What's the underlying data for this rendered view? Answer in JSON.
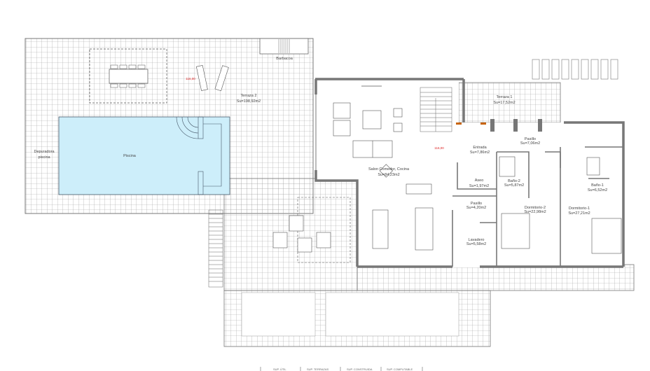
{
  "colors": {
    "pool": "#cdeefa",
    "wall": "#777777",
    "grid": "#9a9a9a",
    "door_threshold": "#c8640a",
    "level_mark": "#dd2222"
  },
  "exterior": {
    "barbacoa": "Barbacoa",
    "terraza2": {
      "name": "Terraza 2",
      "area": "Su=198,92m2"
    },
    "depuradora": {
      "line1": "Depuradora",
      "line2": "piscina"
    },
    "piscina": "Piscina",
    "level_1": "116,00",
    "terraza1": {
      "name": "Terraza 1",
      "area": "Su=17,52m2"
    }
  },
  "rooms": [
    {
      "name": "Salon Comedor, Cocina",
      "area": "Su=84,23m2"
    },
    {
      "name": "Entrada",
      "area": "Su=7,86m2"
    },
    {
      "name": "Pasillo",
      "area": "Su=7,06m2"
    },
    {
      "name": "Aseo",
      "area": "Su=1,97m2"
    },
    {
      "name": "Baño-2",
      "area": "Su=5,87m2"
    },
    {
      "name": "Pasillo",
      "area": "Su=4,20m2"
    },
    {
      "name": "Dormitorio-2",
      "area": "Su=22,98m2"
    },
    {
      "name": "Lavadero",
      "area": "Su=5,58m2"
    },
    {
      "name": "Dormitorio-1",
      "area": "Su=27,21m2"
    },
    {
      "name": "Baño-1",
      "area": "Su=6,52m2"
    }
  ],
  "level_2": "116,00",
  "legend": [
    "SUP. ÚTIL",
    "SUP. TERRAZAS",
    "SUP. CONSTRUIDA",
    "SUP. COMPUTABLE"
  ]
}
